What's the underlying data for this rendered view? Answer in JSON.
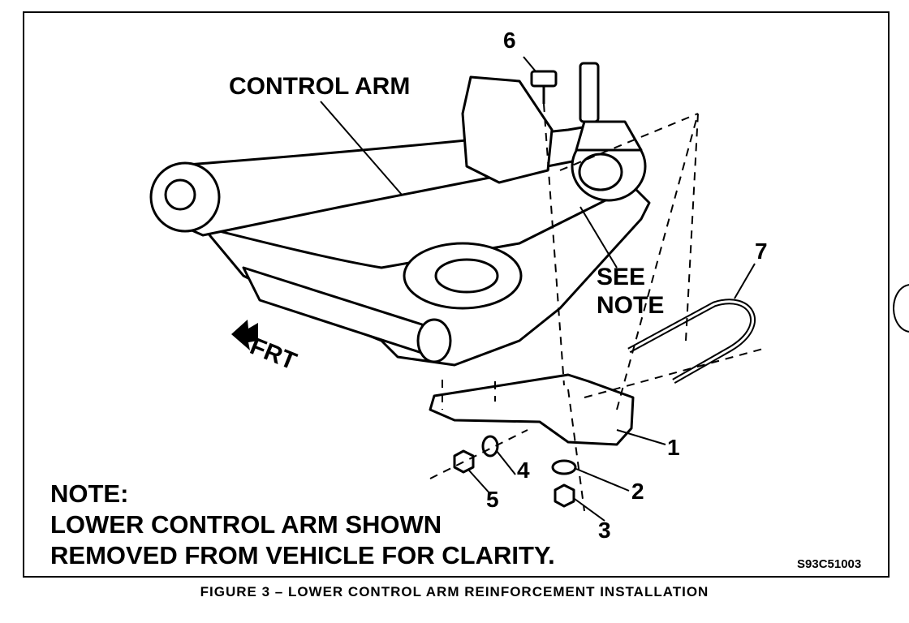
{
  "labels": {
    "control_arm": "CONTROL ARM",
    "see_note": "SEE",
    "see_note_2": "NOTE",
    "front": "FRT",
    "n1": "1",
    "n2": "2",
    "n3": "3",
    "n4": "4",
    "n5": "5",
    "n6": "6",
    "n7": "7"
  },
  "note": {
    "heading": "NOTE:",
    "line1": "LOWER CONTROL ARM SHOWN",
    "line2": "REMOVED FROM VEHICLE FOR CLARITY."
  },
  "figure_code": "S93C51003",
  "caption": "FIGURE 3 – LOWER CONTROL ARM REINFORCEMENT INSTALLATION"
}
